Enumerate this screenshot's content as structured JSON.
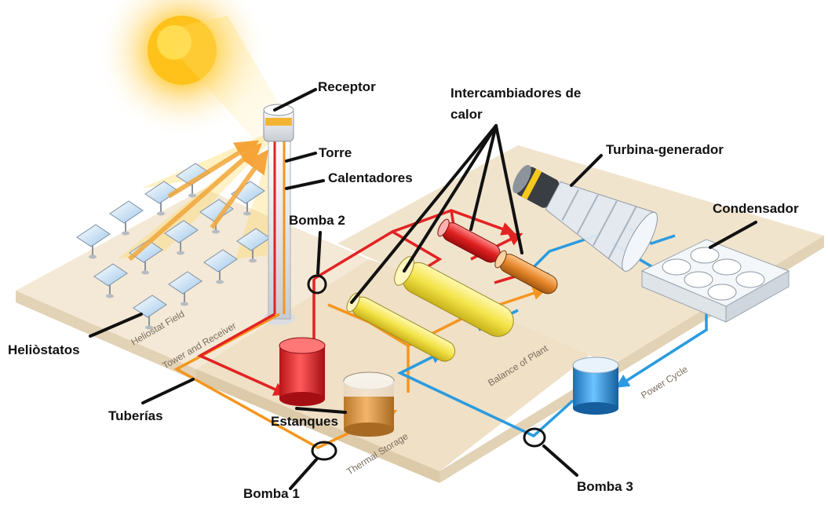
{
  "labels": {
    "receptor": "Receptor",
    "intercambiadores_1": "Intercambiadores de",
    "intercambiadores_2": "calor",
    "torre": "Torre",
    "calentadores": "Calentadores",
    "turbina": "Turbina-generador",
    "condensador": "Condensador",
    "bomba2": "Bomba 2",
    "heliostatos": "Heliòstatos",
    "tuberias": "Tuberías",
    "estanques": "Estanques",
    "bomba1": "Bomba 1",
    "bomba3": "Bomba 3"
  },
  "zones": {
    "heliostat_field": "Heliostat Field",
    "tower_receiver": "Tower and Receiver",
    "thermal_storage": "Thermal Storage",
    "balance_of_plant": "Balance of Plant",
    "power_cycle": "Power Cycle"
  },
  "colors": {
    "hot_salt": "#e32222",
    "warm_salt": "#f5961e",
    "cold_water": "#2a9be0",
    "ground": "#efe2cc",
    "sun": "#ffc21a",
    "callout": "#111111"
  }
}
